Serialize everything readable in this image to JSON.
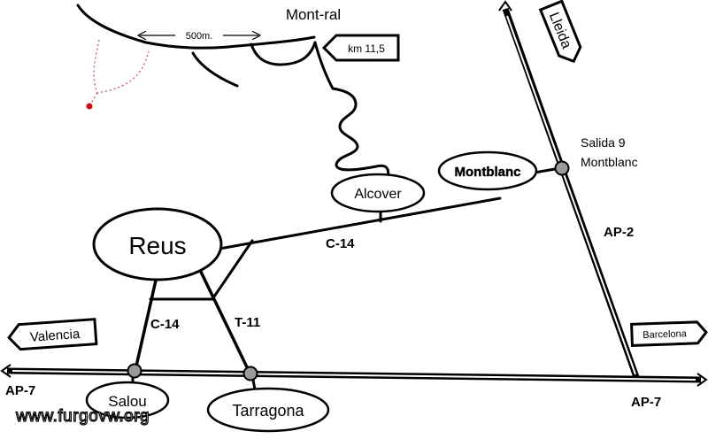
{
  "top": {
    "mont_ral": "Mont-ral",
    "scale": "500m.",
    "km": "km 11,5"
  },
  "cities": {
    "reus": "Reus",
    "alcover": "Alcover",
    "montblanc": "Montblanc",
    "salou": "Salou",
    "tarragona": "Tarragona"
  },
  "exit": {
    "line1": "Salida 9",
    "line2": "Montblanc"
  },
  "roads": {
    "c14_upper": "C-14",
    "c14_lower": "C-14",
    "t11": "T-11",
    "ap2": "AP-2",
    "ap7_left": "AP-7",
    "ap7_right": "AP-7"
  },
  "signs": {
    "lleida": "Lleida",
    "valencia": "Valencia",
    "barcelona": "Barcelona"
  },
  "watermark": "www.furgovw.org",
  "colors": {
    "ink": "#000000",
    "marker": "#cc1111",
    "junction": "#9a9a9a"
  }
}
